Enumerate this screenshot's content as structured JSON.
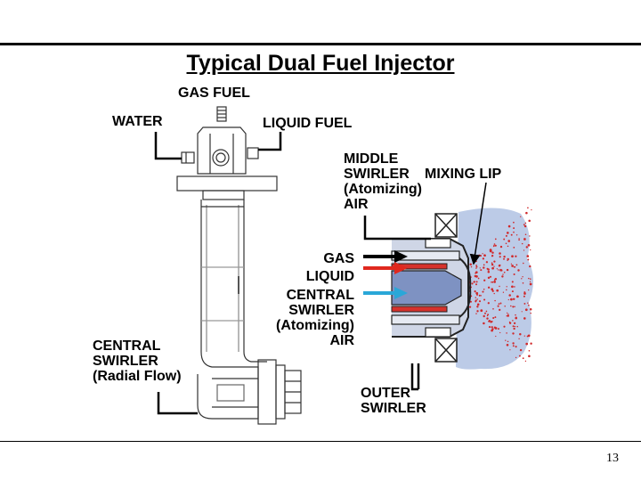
{
  "title": "Typical Dual Fuel Injector",
  "labels": {
    "gas_fuel": "GAS FUEL",
    "water": "WATER",
    "liquid_fuel": "LIQUID FUEL",
    "middle_swirler": [
      "MIDDLE",
      "SWIRLER",
      "(Atomizing)",
      "AIR"
    ],
    "mixing_lip": "MIXING LIP",
    "gas": "GAS",
    "liquid": "LIQUID",
    "central_swirler_atomizing": [
      "CENTRAL",
      "SWIRLER",
      "(Atomizing)",
      "AIR"
    ],
    "central_swirler_radial": [
      "CENTRAL",
      "SWIRLER",
      "(Radial Flow)"
    ],
    "outer_swirler": [
      "OUTER",
      "SWIRLER"
    ]
  },
  "page_number": "13",
  "colors": {
    "gas_arrow": "#000000",
    "liquid_arrow": "#e0281e",
    "air_arrow": "#2aa7d8",
    "spray_dots": "#d0282a",
    "spray_cloud": "#b8c8e6",
    "nozzle_core": "#7e92c2"
  }
}
